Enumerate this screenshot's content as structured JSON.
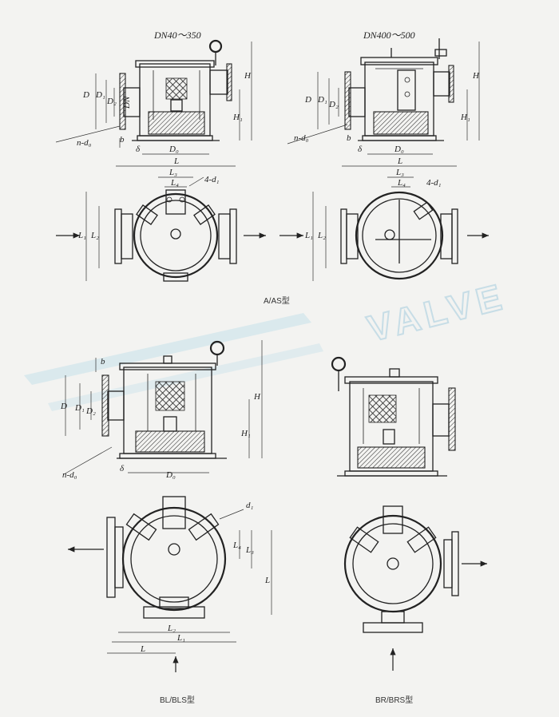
{
  "top_left_title": "DN40～350",
  "top_right_title": "DN400～500",
  "caption_a": "A/AS型",
  "caption_bl": "BL/BLS型",
  "caption_br": "BR/BRS型",
  "watermark": "VALVE",
  "labels": {
    "D": "D",
    "D1": "D₁",
    "D2": "D₂",
    "DN": "DN",
    "H": "H",
    "H1": "H₁",
    "b": "b",
    "delta": "δ",
    "D0": "D₀",
    "n_d0": "n-d₀",
    "L": "L",
    "L1": "L₁",
    "L2": "L₂",
    "L3": "L₃",
    "L4": "L₄",
    "four_d1": "4-d₁",
    "d1": "d₁"
  },
  "colors": {
    "line": "#222222",
    "background": "#f3f3f1",
    "watermark": "#aacfe0"
  }
}
